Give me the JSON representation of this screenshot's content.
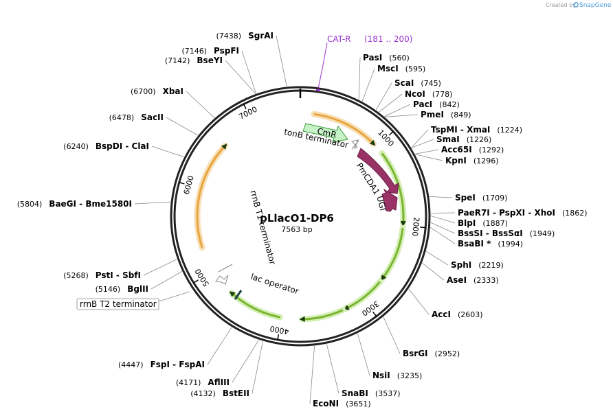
{
  "watermark": {
    "prefix": "Created by",
    "brand": "SnapGene"
  },
  "plasmid": {
    "name": "pLlacO1-DP6",
    "size_label": "7563 bp",
    "length": 7563
  },
  "ticks": [
    "1000",
    "2000",
    "3000",
    "4000",
    "5000",
    "6000",
    "7000"
  ],
  "primer": {
    "name": "CAT-R",
    "range": "(181 .. 200)"
  },
  "sites_right": [
    {
      "names": [
        "PasI"
      ],
      "pos": "(560)"
    },
    {
      "names": [
        "MscI"
      ],
      "pos": "(595)"
    },
    {
      "names": [
        "ScaI"
      ],
      "pos": "(745)"
    },
    {
      "names": [
        "NcoI"
      ],
      "pos": "(778)"
    },
    {
      "names": [
        "PacI"
      ],
      "pos": "(842)"
    },
    {
      "names": [
        "PmeI"
      ],
      "pos": "(849)"
    },
    {
      "names": [
        "TspMI",
        "XmaI"
      ],
      "pos": "(1224)"
    },
    {
      "names": [
        "SmaI"
      ],
      "pos": "(1226)"
    },
    {
      "names": [
        "Acc65I"
      ],
      "pos": "(1292)"
    },
    {
      "names": [
        "KpnI"
      ],
      "pos": "(1296)"
    },
    {
      "names": [
        "SpeI"
      ],
      "pos": "(1709)"
    },
    {
      "names": [
        "PaeR7I",
        "PspXI",
        "XhoI"
      ],
      "pos": "(1862)"
    },
    {
      "names": [
        "BlpI"
      ],
      "pos": "(1887)"
    },
    {
      "names": [
        "BssSI",
        "BssSαI"
      ],
      "pos": "(1949)"
    },
    {
      "names": [
        "BsaBI *"
      ],
      "pos": "(1994)"
    },
    {
      "names": [
        "SphI"
      ],
      "pos": "(2219)"
    },
    {
      "names": [
        "AseI"
      ],
      "pos": "(2333)"
    },
    {
      "names": [
        "AccI"
      ],
      "pos": "(2603)"
    },
    {
      "names": [
        "BsrGI"
      ],
      "pos": "(2952)"
    },
    {
      "names": [
        "NsiI"
      ],
      "pos": "(3235)"
    },
    {
      "names": [
        "SnaBI"
      ],
      "pos": "(3537)"
    },
    {
      "names": [
        "EcoNI"
      ],
      "pos": "(3651)"
    }
  ],
  "sites_left": [
    {
      "names": [
        "SgrAI"
      ],
      "pos": "(7438)"
    },
    {
      "names": [
        "PspFI"
      ],
      "pos": "(7146)"
    },
    {
      "names": [
        "BseYI"
      ],
      "pos": "(7142)"
    },
    {
      "names": [
        "XbaI"
      ],
      "pos": "(6700)"
    },
    {
      "names": [
        "SacII"
      ],
      "pos": "(6478)"
    },
    {
      "names": [
        "BspDI",
        "ClaI"
      ],
      "pos": "(6240)"
    },
    {
      "names": [
        "BaeGI",
        "Bme1580I"
      ],
      "pos": "(5804)"
    },
    {
      "names": [
        "PstI",
        "SbfI"
      ],
      "pos": "(5268)"
    },
    {
      "names": [
        "BglII"
      ],
      "pos": "(5146)"
    },
    {
      "names": [
        "FspI",
        "FspAI"
      ],
      "pos": "(4447)"
    },
    {
      "names": [
        "AflIII"
      ],
      "pos": "(4171)"
    },
    {
      "names": [
        "BstEII"
      ],
      "pos": "(4132)"
    }
  ],
  "boxed_feature": {
    "name": "rrnB T2 terminator"
  },
  "inner_features": {
    "cmr": "CmR",
    "tonb": "tonB terminator",
    "pmcda1": "PmCDA1",
    "ugi": "UGI",
    "rrnb_t1": "rrnB T1 terminator",
    "lac_operator": "lac operator"
  },
  "colors": {
    "backbone": "#222222",
    "orange_arc": "#e8a440",
    "orange_glow": "#f7dfb3",
    "green_arc": "#7ab530",
    "green_glow": "#d5efb7",
    "cmr_fill": "#c5f3c5",
    "cmr_stroke": "#3a9a3a",
    "purple": "#993366",
    "primer": "#9b30d0"
  }
}
